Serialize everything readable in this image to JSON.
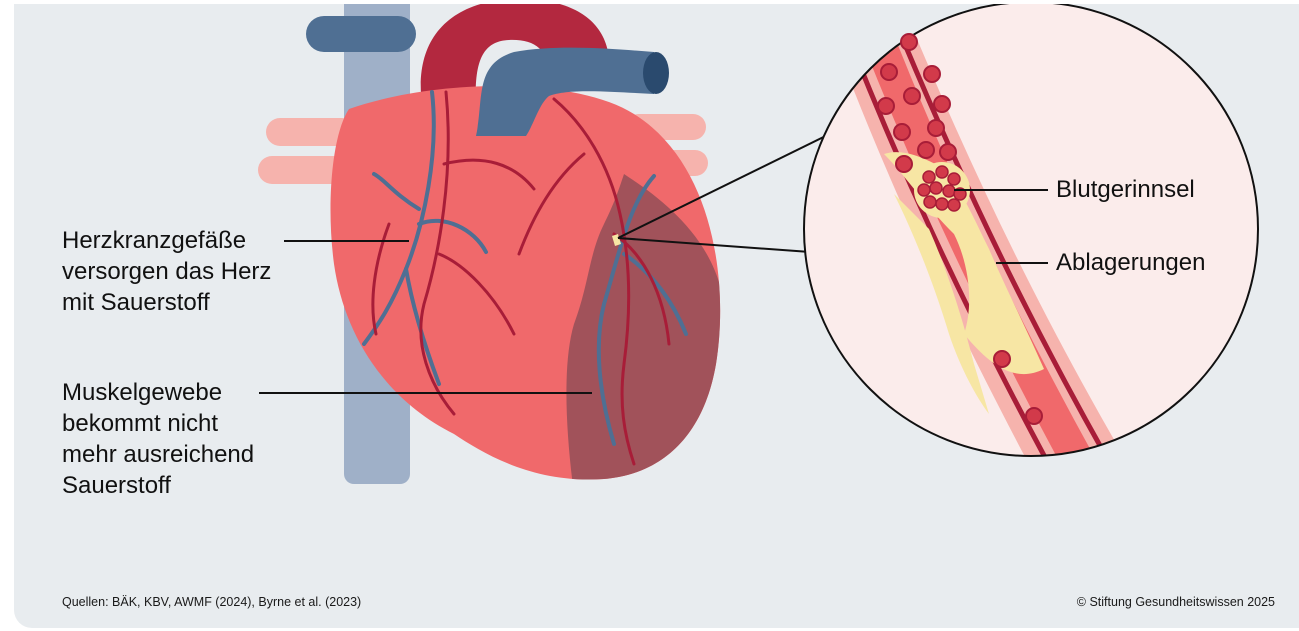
{
  "labels": {
    "coronary": [
      "Herzkranzgefäße",
      "versorgen das Herz",
      "mit Sauerstoff"
    ],
    "muscle": [
      "Muskelgewebe",
      "bekommt nicht",
      "mehr ausreichend",
      "Sauerstoff"
    ],
    "clot": "Blutgerinnsel",
    "deposits": "Ablagerungen"
  },
  "footer": {
    "sources": "Quellen: BÄK, KBV, AWMF (2024), Byrne et al. (2023)",
    "copyright": "© Stiftung Gesundheitswissen 2025"
  },
  "colors": {
    "background": "#e8ecef",
    "heart": "#f0696b",
    "heart_dark": "#a1525a",
    "aorta": "#b3283f",
    "vena_cava": "#9fb0c8",
    "vein": "#4f6f93",
    "artery": "#a81d38",
    "plaque": "#f7e6a4",
    "blood_cell": "#d23a4a"
  }
}
